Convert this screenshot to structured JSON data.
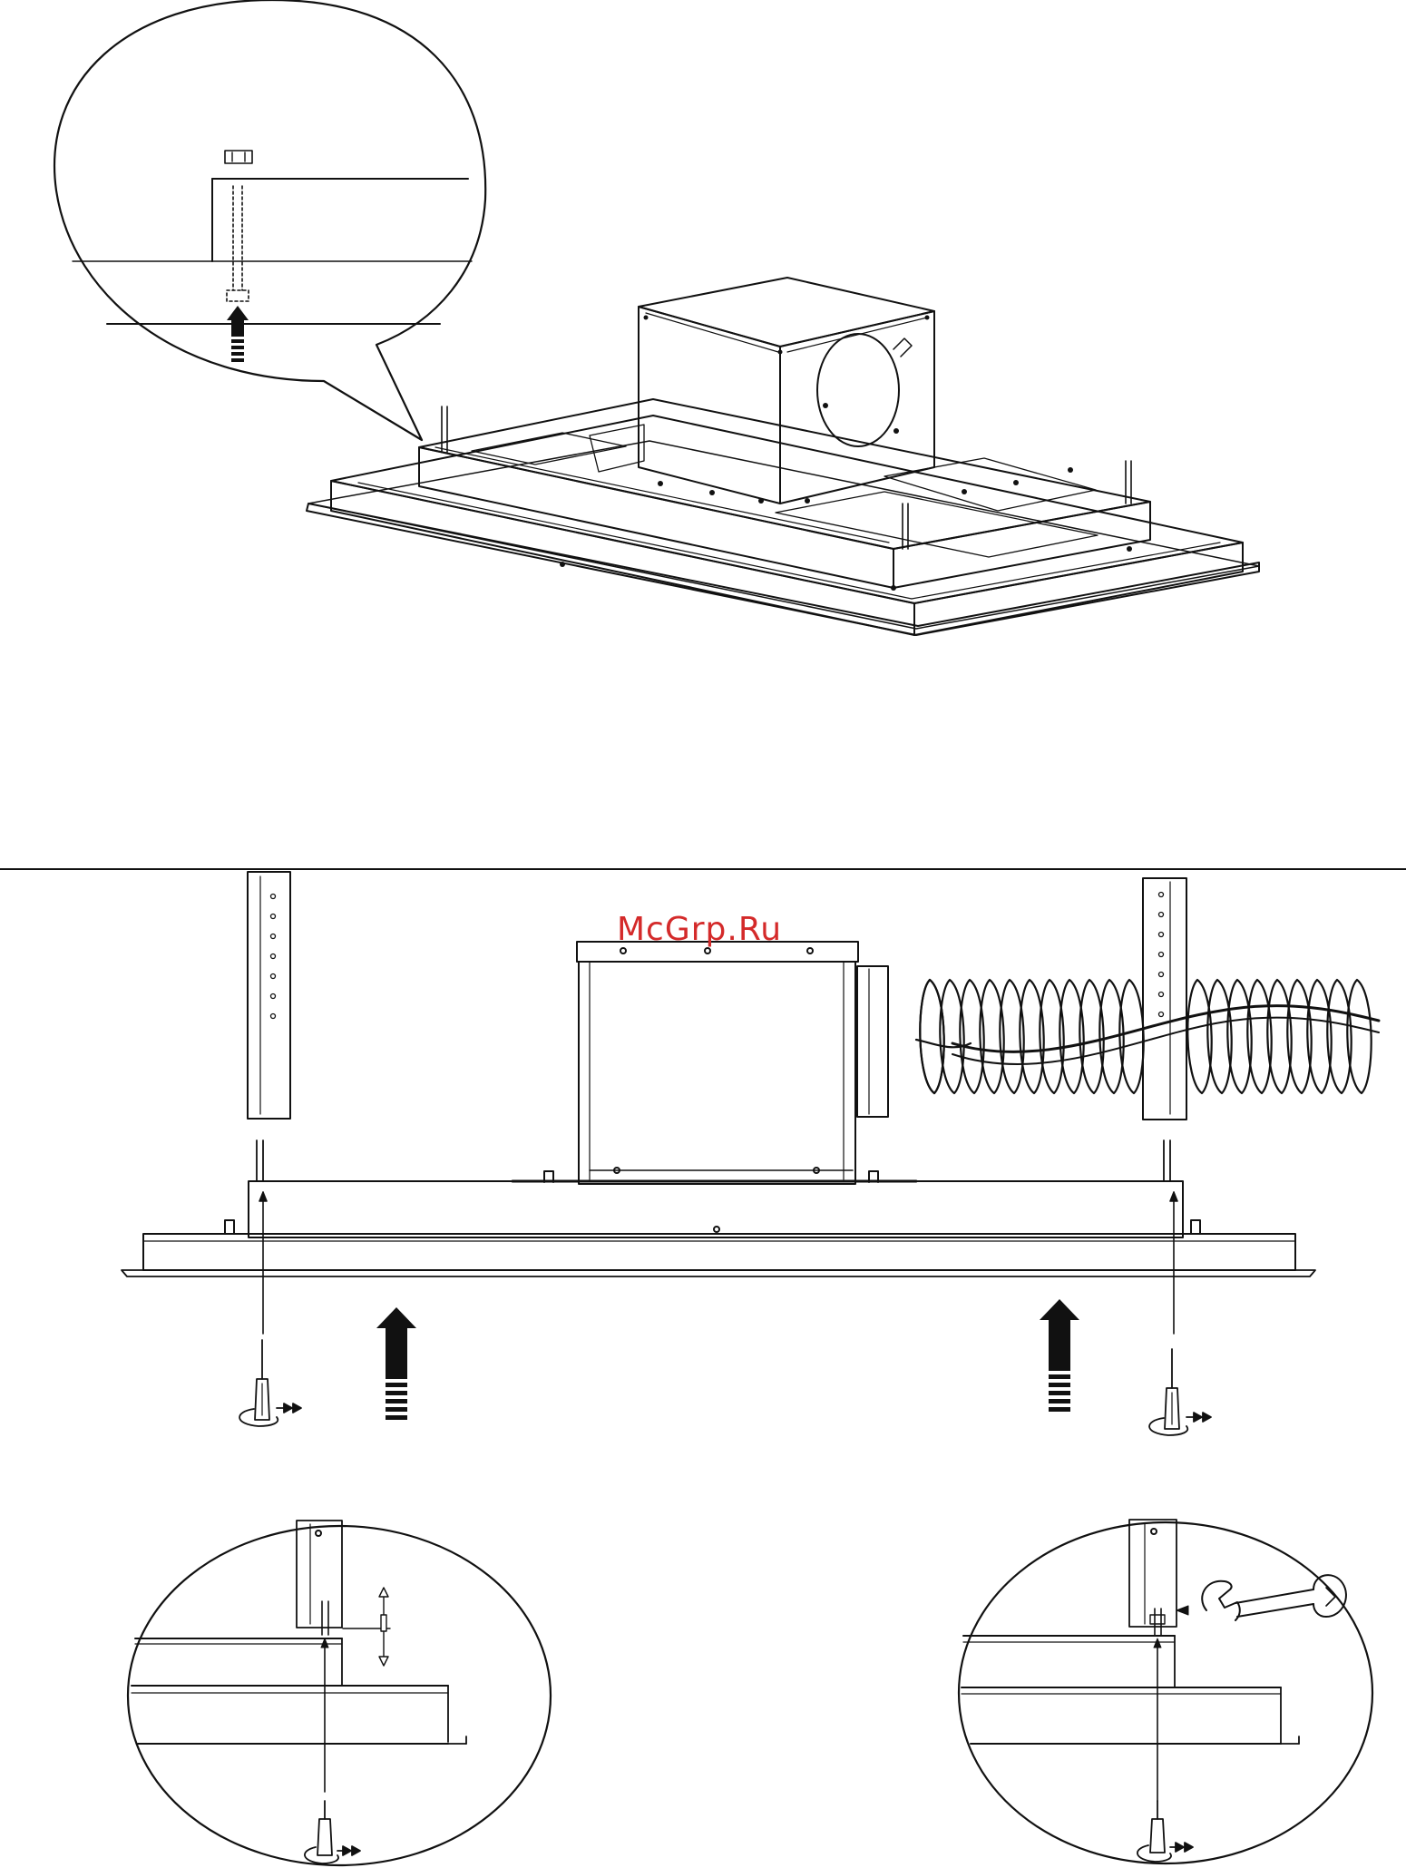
{
  "watermark": {
    "text": "McGrp.Ru",
    "color": "#d42a2a"
  },
  "colors": {
    "ink": "#111111",
    "paper": "#ffffff"
  },
  "illustrations": [
    {
      "name": "hood-isometric-view"
    },
    {
      "name": "mounting-screw-detail-callout"
    },
    {
      "name": "hood-front-installation-view"
    },
    {
      "name": "height-adjustment-detail"
    },
    {
      "name": "bolt-tightening-detail"
    }
  ],
  "icons": [
    "upward-arrow-icon",
    "screwdriver-icon",
    "wrench-icon",
    "flexible-duct-hose",
    "double-headed-arrow-icon"
  ]
}
